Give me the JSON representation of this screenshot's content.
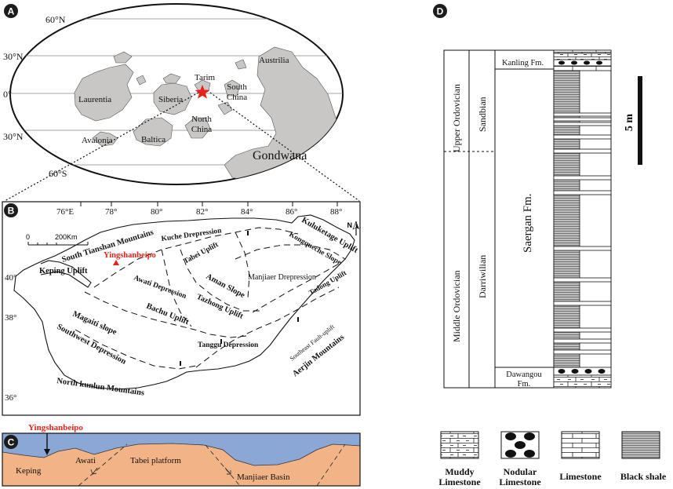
{
  "panel_a": {
    "letter": "A",
    "lat_labels": [
      "60°N",
      "30°N",
      "0°",
      "30°N",
      "60°S"
    ],
    "continents": [
      "Laurentia",
      "Siberia",
      "Avalonia",
      "Baltica",
      "North China",
      "South China",
      "Tarim",
      "Austrilia",
      "Gondwana"
    ]
  },
  "panel_b": {
    "letter": "B",
    "lon_labels": [
      "76°E",
      "78°",
      "80°",
      "82°",
      "84°",
      "86°",
      "88°"
    ],
    "lat_labels": [
      "40°",
      "38°",
      "36°"
    ],
    "scale_zero": "0",
    "scale_label": "200Km",
    "north_label": "N",
    "site_label": "Yingshanbeipo",
    "site_color": "#e8221b",
    "units": [
      "South Tianshan Mountains",
      "Kuche Drepression",
      "Kuluketage Uplift",
      "Tabei Uplift",
      "Kongqueche Slope",
      "Keping Uplift",
      "Aman Slope",
      "Manjiaer Drepression",
      "Awati Depression",
      "Tadong Uplift",
      "Bachu Uplift",
      "Tazhong Uplift",
      "Magaiti slope",
      "Tanggu Depression",
      "Southeast Fault-uplift",
      "Southwest Depression",
      "Aerjin Mountains",
      "North kunlun Mountains"
    ]
  },
  "panel_c": {
    "letter": "C",
    "site_label": "Yingshanbeipo",
    "units": [
      "Keping",
      "Awati",
      "Tabei platform",
      "Manjiaer Basin"
    ],
    "colors": {
      "water": "#8aa7d6",
      "rock": "#f2b487"
    }
  },
  "panel_d": {
    "letter": "D",
    "series": [
      "Upper Ordovician",
      "Middle Ordovician"
    ],
    "stages": [
      "Sandbian",
      "Darriwilian"
    ],
    "formations": [
      "Kanling Fm.",
      "Saergan Fm.",
      "Dawangou Fm."
    ],
    "scale_label": "5 m",
    "legend": [
      "Muddy Limestone",
      "Nodular Limestone",
      "Limestone",
      "Black shale"
    ]
  }
}
